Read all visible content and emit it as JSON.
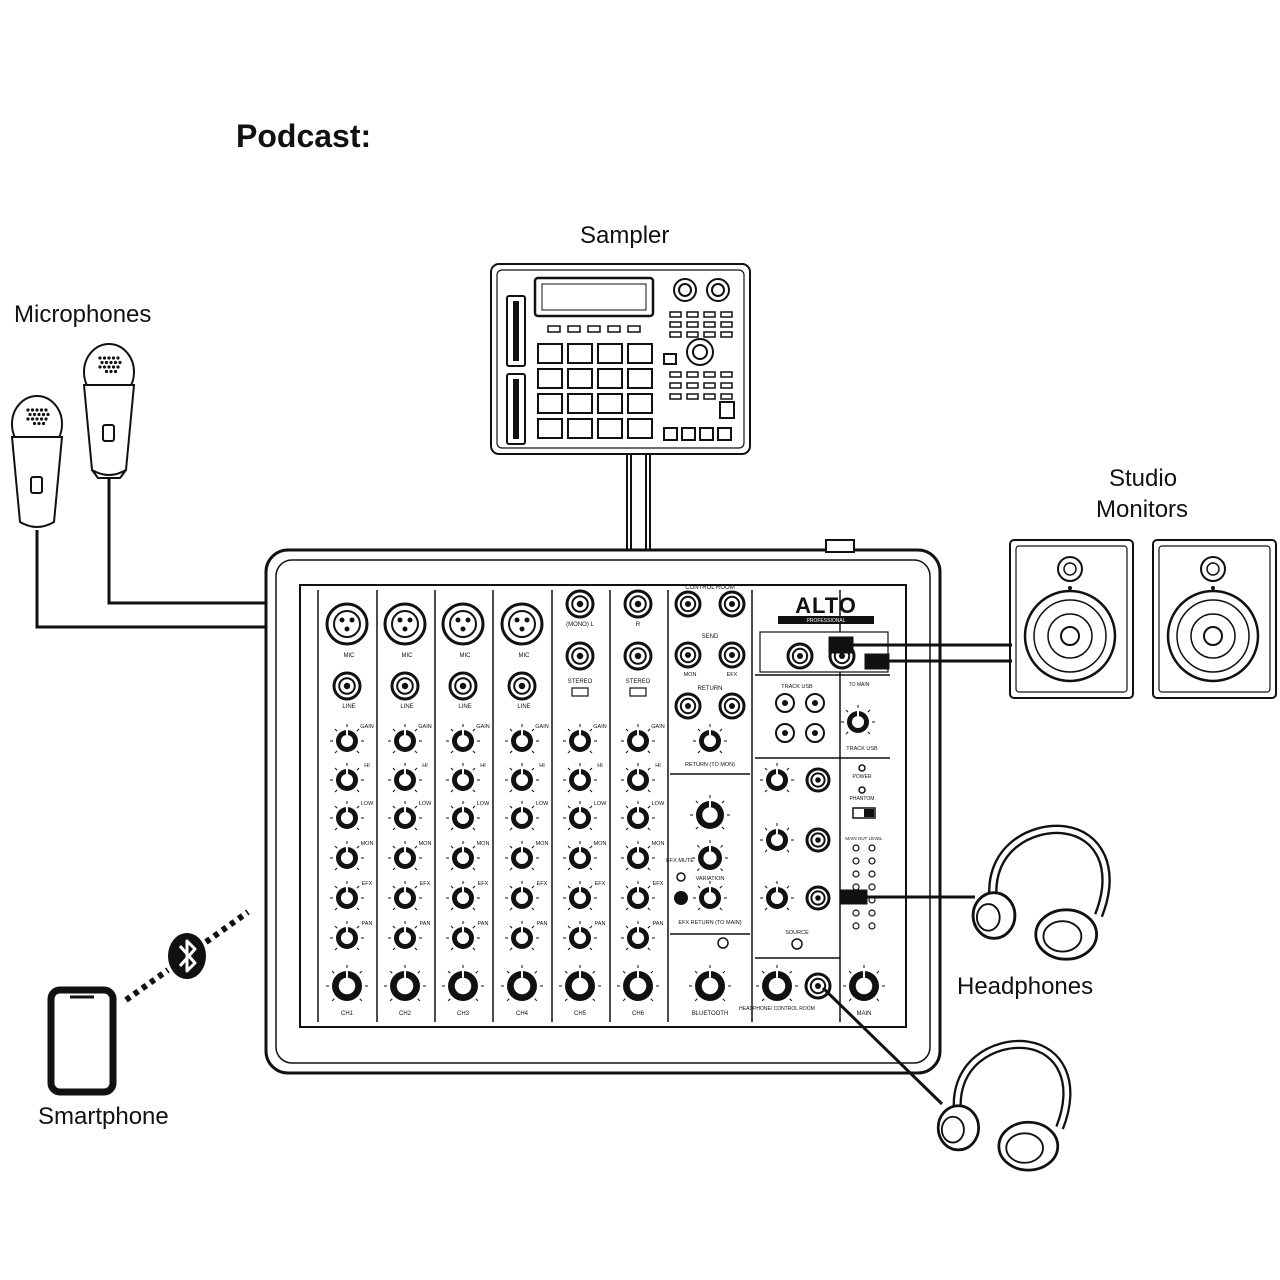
{
  "title": "Podcast:",
  "labels": {
    "sampler": "Sampler",
    "microphones": "Microphones",
    "studio_monitors_line1": "Studio",
    "studio_monitors_line2": "Monitors",
    "headphones": "Headphones",
    "smartphone": "Smartphone"
  },
  "mixer": {
    "brand": "ALTO",
    "brand_sub": "PROFESSIONAL",
    "channels": [
      "CH1",
      "CH2",
      "CH3",
      "CH4",
      "CH5",
      "CH6"
    ],
    "row_labels": [
      "GAIN",
      "HI",
      "LOW",
      "MON",
      "EFX",
      "PAN"
    ],
    "mic_label": "MIC",
    "line_label": "LINE",
    "mono_label": "(MONO) L",
    "stereo_label": "STEREO",
    "right_label": "R",
    "control_room": "CONTROL ROOM",
    "send": "SEND",
    "mon": "MON",
    "efx": "EFX",
    "return": "RETURN",
    "return_to_mon": "RETURN (TO MON)",
    "efx_mute": "EFX MUTE",
    "variation": "VARIATION",
    "efx_return": "EFX RETURN (TO MAIN)",
    "bluetooth": "BLUETOOTH",
    "track_usb": "TRACK USB",
    "to_main": "TO MAIN",
    "power": "POWER",
    "phantom": "PHANTOM",
    "source": "SOURCE",
    "headphone_control_room": "HEADPHONE/ CONTROL ROOM",
    "main": "MAIN",
    "main_out_level": "MAIN OUT LEVEL"
  },
  "colors": {
    "line": "#111111",
    "fill": "#ffffff",
    "panel": "#f4f4f4"
  },
  "icons": [
    "bluetooth-icon",
    "smartphone-icon",
    "microphone-icon",
    "headphones-icon",
    "studio-monitor-icon",
    "sampler-icon"
  ]
}
